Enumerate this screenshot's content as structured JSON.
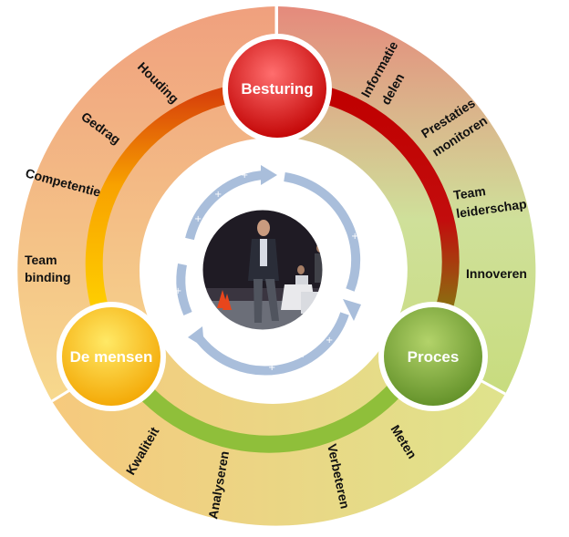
{
  "hubs": {
    "top": {
      "label": "Besturing",
      "color_light": "#ff5a5a",
      "color_dark": "#c00000"
    },
    "left": {
      "label": "De mensen",
      "color_light": "#ffe14d",
      "color_dark": "#f0a800"
    },
    "right": {
      "label": "Proces",
      "color_light": "#a8cc55",
      "color_dark": "#5d8a24"
    }
  },
  "outer_labels": {
    "houding": "Houding",
    "gedrag": "Gedrag",
    "competentie": "Competentie",
    "team_binding_1": "Team",
    "team_binding_2": "binding",
    "informatie_1": "Informatie",
    "informatie_2": "delen",
    "prestaties_1": "Prestaties",
    "prestaties_2": "monitoren",
    "leiderschap_1": "Team",
    "leiderschap_2": "leiderschap",
    "innoveren": "Innoveren",
    "kwaliteit": "Kwaliteit",
    "analyseren": "Analyseren",
    "verbeteren": "Verbeteren",
    "meten": "Meten"
  },
  "colors": {
    "segment_left": "#f3b98f",
    "segment_right": "#d9e08a",
    "segment_top": "#e27b7b",
    "segment_bottom": "#f1d483",
    "cycle_arrows": "#a9bedb",
    "photo_background": "#1f1b24"
  },
  "center_photo": {
    "description_icon": "person-photo-icon"
  }
}
